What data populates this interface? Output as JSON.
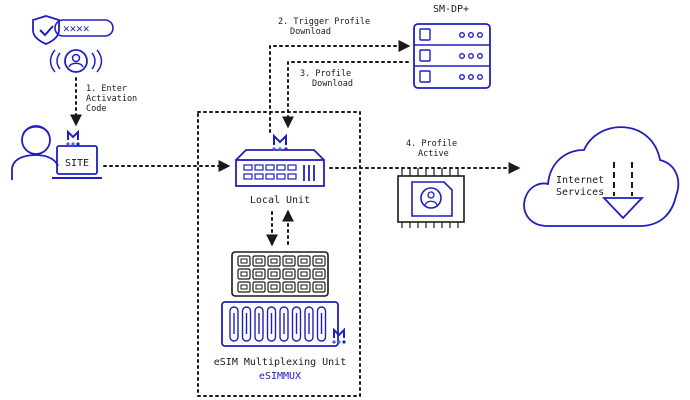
{
  "steps": {
    "step1_line1": "1. Enter",
    "step1_line2": "Activation",
    "step1_line3": "Code",
    "step2_line1": "2. Trigger Profile",
    "step2_line2": "Download",
    "step3_line1": "3. Profile",
    "step3_line2": "Download",
    "step4_line1": "4. Profile",
    "step4_line2": "Active"
  },
  "nodes": {
    "smdp": "SM-DP+",
    "site": "SITE",
    "local_unit": "Local Unit",
    "internet_line1": "Internet",
    "internet_line2": "Services",
    "mux_title": "eSIM Multiplexing Unit",
    "mux_brand": "eSIMMUX"
  },
  "icons": {
    "badge": "shield-password-icon",
    "user_wireless": "user-wireless-icon",
    "technician": "technician-laptop-icon",
    "server": "server-icon",
    "router": "router-icon",
    "sim_card": "sim-card-icon",
    "cloud": "cloud-download-icon",
    "sim_tray": "sim-tray-icon",
    "sim_rack": "sim-rack-icon",
    "brand_logo": "brand-logo-icon"
  },
  "colors": {
    "accent": "#1f1fbf",
    "ink": "#1a1a1a",
    "brand_dot_purple": "#6b47e0",
    "brand_dot_blue": "#1f7be0",
    "brand_text": "#1f1fbf"
  }
}
